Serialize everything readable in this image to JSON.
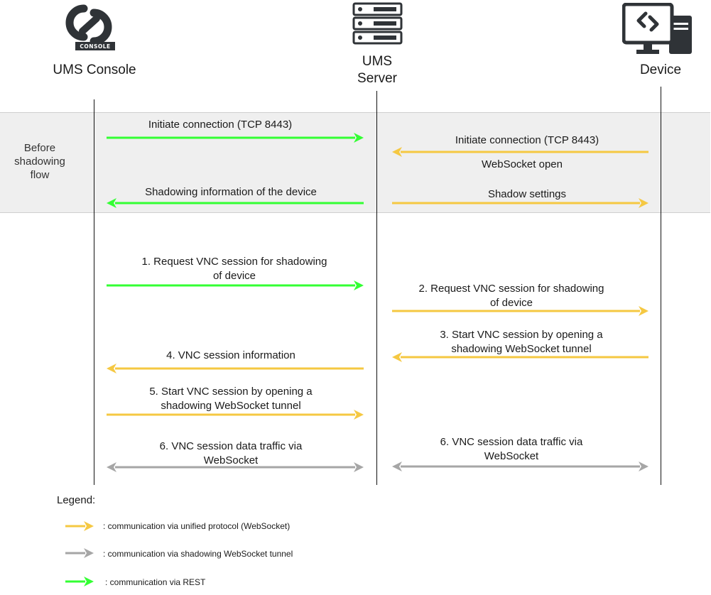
{
  "colors": {
    "rest": "#33ff33",
    "websocket": "#f5c842",
    "tunnel": "#a6a6a6",
    "band": "#efefef",
    "band_border": "#cfcfcf",
    "lifeline": "#111111",
    "icon": "#2f3337"
  },
  "participants": {
    "console": {
      "name": "UMS Console",
      "icon": "console-logo-icon",
      "badge": "CONSOLE"
    },
    "server": {
      "name_line1": "UMS",
      "name_line2": "Server",
      "icon": "server-rack-icon"
    },
    "device": {
      "name": "Device",
      "icon": "desktop-computer-icon"
    }
  },
  "band": {
    "label": "Before shadowing flow"
  },
  "messages": [
    {
      "id": "m1",
      "type": "rest",
      "from": "console",
      "to": "server",
      "lines": [
        "Initiate connection (TCP 8443)"
      ]
    },
    {
      "id": "m2",
      "type": "websocket",
      "from": "device",
      "to": "server",
      "lines": [
        "Initiate connection (TCP 8443)"
      ]
    },
    {
      "id": "m3",
      "type": "websocket",
      "from": "device",
      "to": "server",
      "lines": [
        "WebSocket open"
      ]
    },
    {
      "id": "m4",
      "type": "rest",
      "from": "server",
      "to": "console",
      "lines": [
        "Shadowing information of the device"
      ]
    },
    {
      "id": "m5",
      "type": "websocket",
      "from": "server",
      "to": "device",
      "lines": [
        "Shadow settings"
      ]
    },
    {
      "id": "s1",
      "type": "rest",
      "from": "console",
      "to": "server",
      "lines": [
        "1.   Request VNC session for shadowing",
        "of device"
      ]
    },
    {
      "id": "s2",
      "type": "websocket",
      "from": "server",
      "to": "device",
      "lines": [
        "2.   Request VNC session for shadowing",
        "of device"
      ]
    },
    {
      "id": "s3",
      "type": "websocket",
      "from": "device",
      "to": "server",
      "lines": [
        "3.   Start VNC session by opening a",
        "shadowing WebSocket tunnel"
      ]
    },
    {
      "id": "s4",
      "type": "websocket",
      "from": "server",
      "to": "console",
      "lines": [
        "4.   VNC session information"
      ]
    },
    {
      "id": "s5",
      "type": "websocket",
      "from": "console",
      "to": "server",
      "lines": [
        "5.   Start VNC session by opening a",
        "shadowing WebSocket tunnel"
      ]
    },
    {
      "id": "s6a",
      "type": "tunnel",
      "from": "console",
      "to": "server",
      "bidirectional": true,
      "lines": [
        "6.   VNC session data traffic via",
        "WebSocket"
      ]
    },
    {
      "id": "s6b",
      "type": "tunnel",
      "from": "server",
      "to": "device",
      "bidirectional": true,
      "lines": [
        "6.   VNC session data traffic via",
        "WebSocket"
      ]
    }
  ],
  "legend": {
    "title": "Legend:",
    "items": [
      {
        "type": "websocket",
        "text": ": communication via unified protocol (WebSocket)"
      },
      {
        "type": "tunnel",
        "text": ": communication via shadowing WebSocket tunnel"
      },
      {
        "type": "rest",
        "text": ": communication via REST"
      }
    ]
  }
}
